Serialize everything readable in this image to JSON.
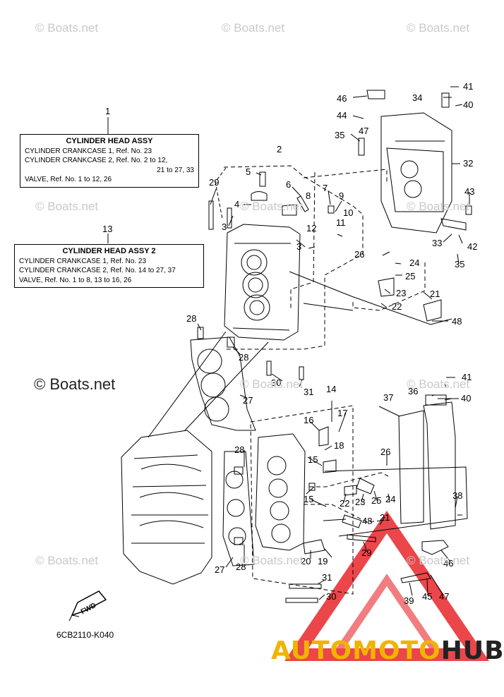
{
  "watermark": "© Boats.net",
  "watermark_main": "© Boats.net",
  "box1": {
    "num": "1",
    "title": "CYLINDER HEAD ASSY",
    "lines": [
      "CYLINDER CRANKCASE 1,  Ref. No. 23",
      "CYLINDER CRANKCASE 2,  Ref. No. 2 to 12,"
    ],
    "line_right": "21 to 27, 33",
    "line_last": "VALVE,  Ref. No. 1 to 12, 26"
  },
  "box2": {
    "num": "13",
    "title": "CYLINDER HEAD ASSY 2",
    "lines": [
      "CYLINDER CRANKCASE 1,  Ref. No. 23",
      "CYLINDER CRANKCASE 2,  Ref. No. 14 to 27, 37",
      "VALVE,  Ref. No. 1 to 8, 13 to 16, 26"
    ]
  },
  "callouts": [
    "1",
    "2",
    "3",
    "4",
    "5",
    "6",
    "7",
    "8",
    "9",
    "10",
    "11",
    "12",
    "14",
    "15",
    "16",
    "17",
    "18",
    "19",
    "20",
    "21",
    "22",
    "23",
    "24",
    "25",
    "26",
    "27",
    "28",
    "29",
    "30",
    "31",
    "32",
    "33",
    "34",
    "35",
    "36",
    "37",
    "38",
    "39",
    "40",
    "41",
    "42",
    "43",
    "44",
    "45",
    "46",
    "47",
    "48"
  ],
  "fwd_label": "FWD",
  "diagram_code": "6CB2110-K040",
  "brand": {
    "part1": "AUTOMOTO",
    "part2": "HUB"
  },
  "colors": {
    "logo_red": "#e8262b",
    "logo_yellow": "#f0b400",
    "watermark": "#c9c9c9"
  }
}
